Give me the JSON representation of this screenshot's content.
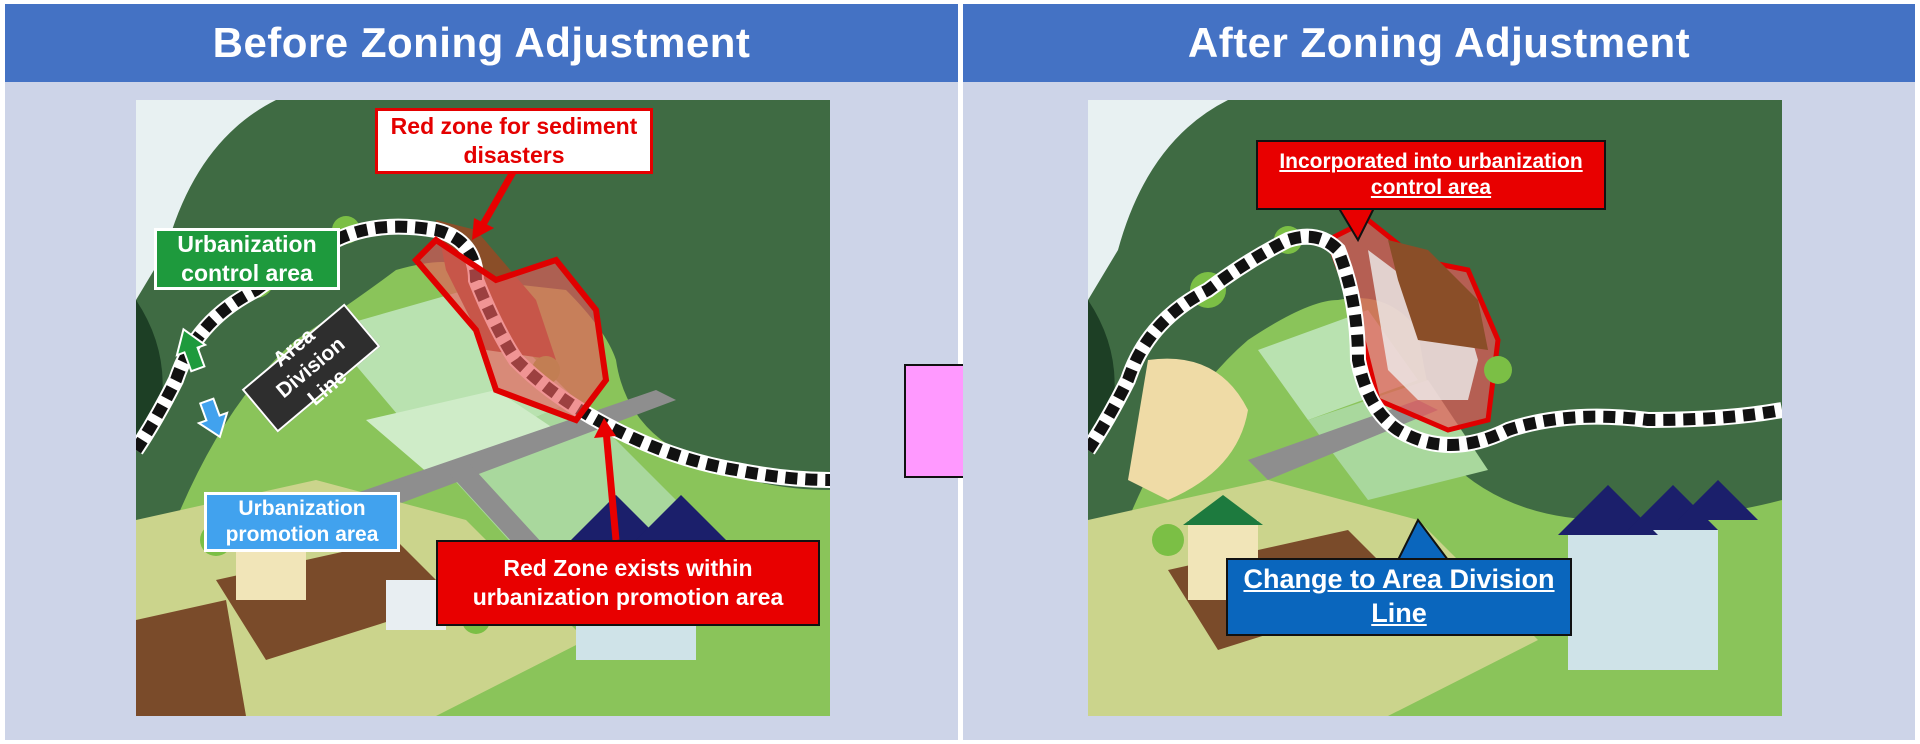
{
  "left_panel": {
    "title": "Before Zoning Adjustment",
    "labels": {
      "red_zone_callout": "Red zone for sediment disasters",
      "control_area": "Urbanization control area",
      "division_line": "Area Division Line",
      "promotion_area": "Urbanization promotion area",
      "red_zone_exists": "Red Zone exists within urbanization promotion area"
    }
  },
  "right_panel": {
    "title": "After Zoning Adjustment",
    "labels": {
      "incorporated": "Incorporated into urbanization control area",
      "change_line": "Change to Area Division Line"
    }
  },
  "colors": {
    "header_bg": "#4472c4",
    "panel_bg": "#cdd4e8",
    "red_zone": "#e80000",
    "center_arrow": "#ff99ff",
    "control_green": "#1e9a3d",
    "promotion_blue": "#41a2ee",
    "change_blue": "#0a66bd"
  },
  "icons": [
    "green-up-arrow-icon",
    "blue-down-arrow-icon",
    "pink-right-arrow-icon"
  ]
}
